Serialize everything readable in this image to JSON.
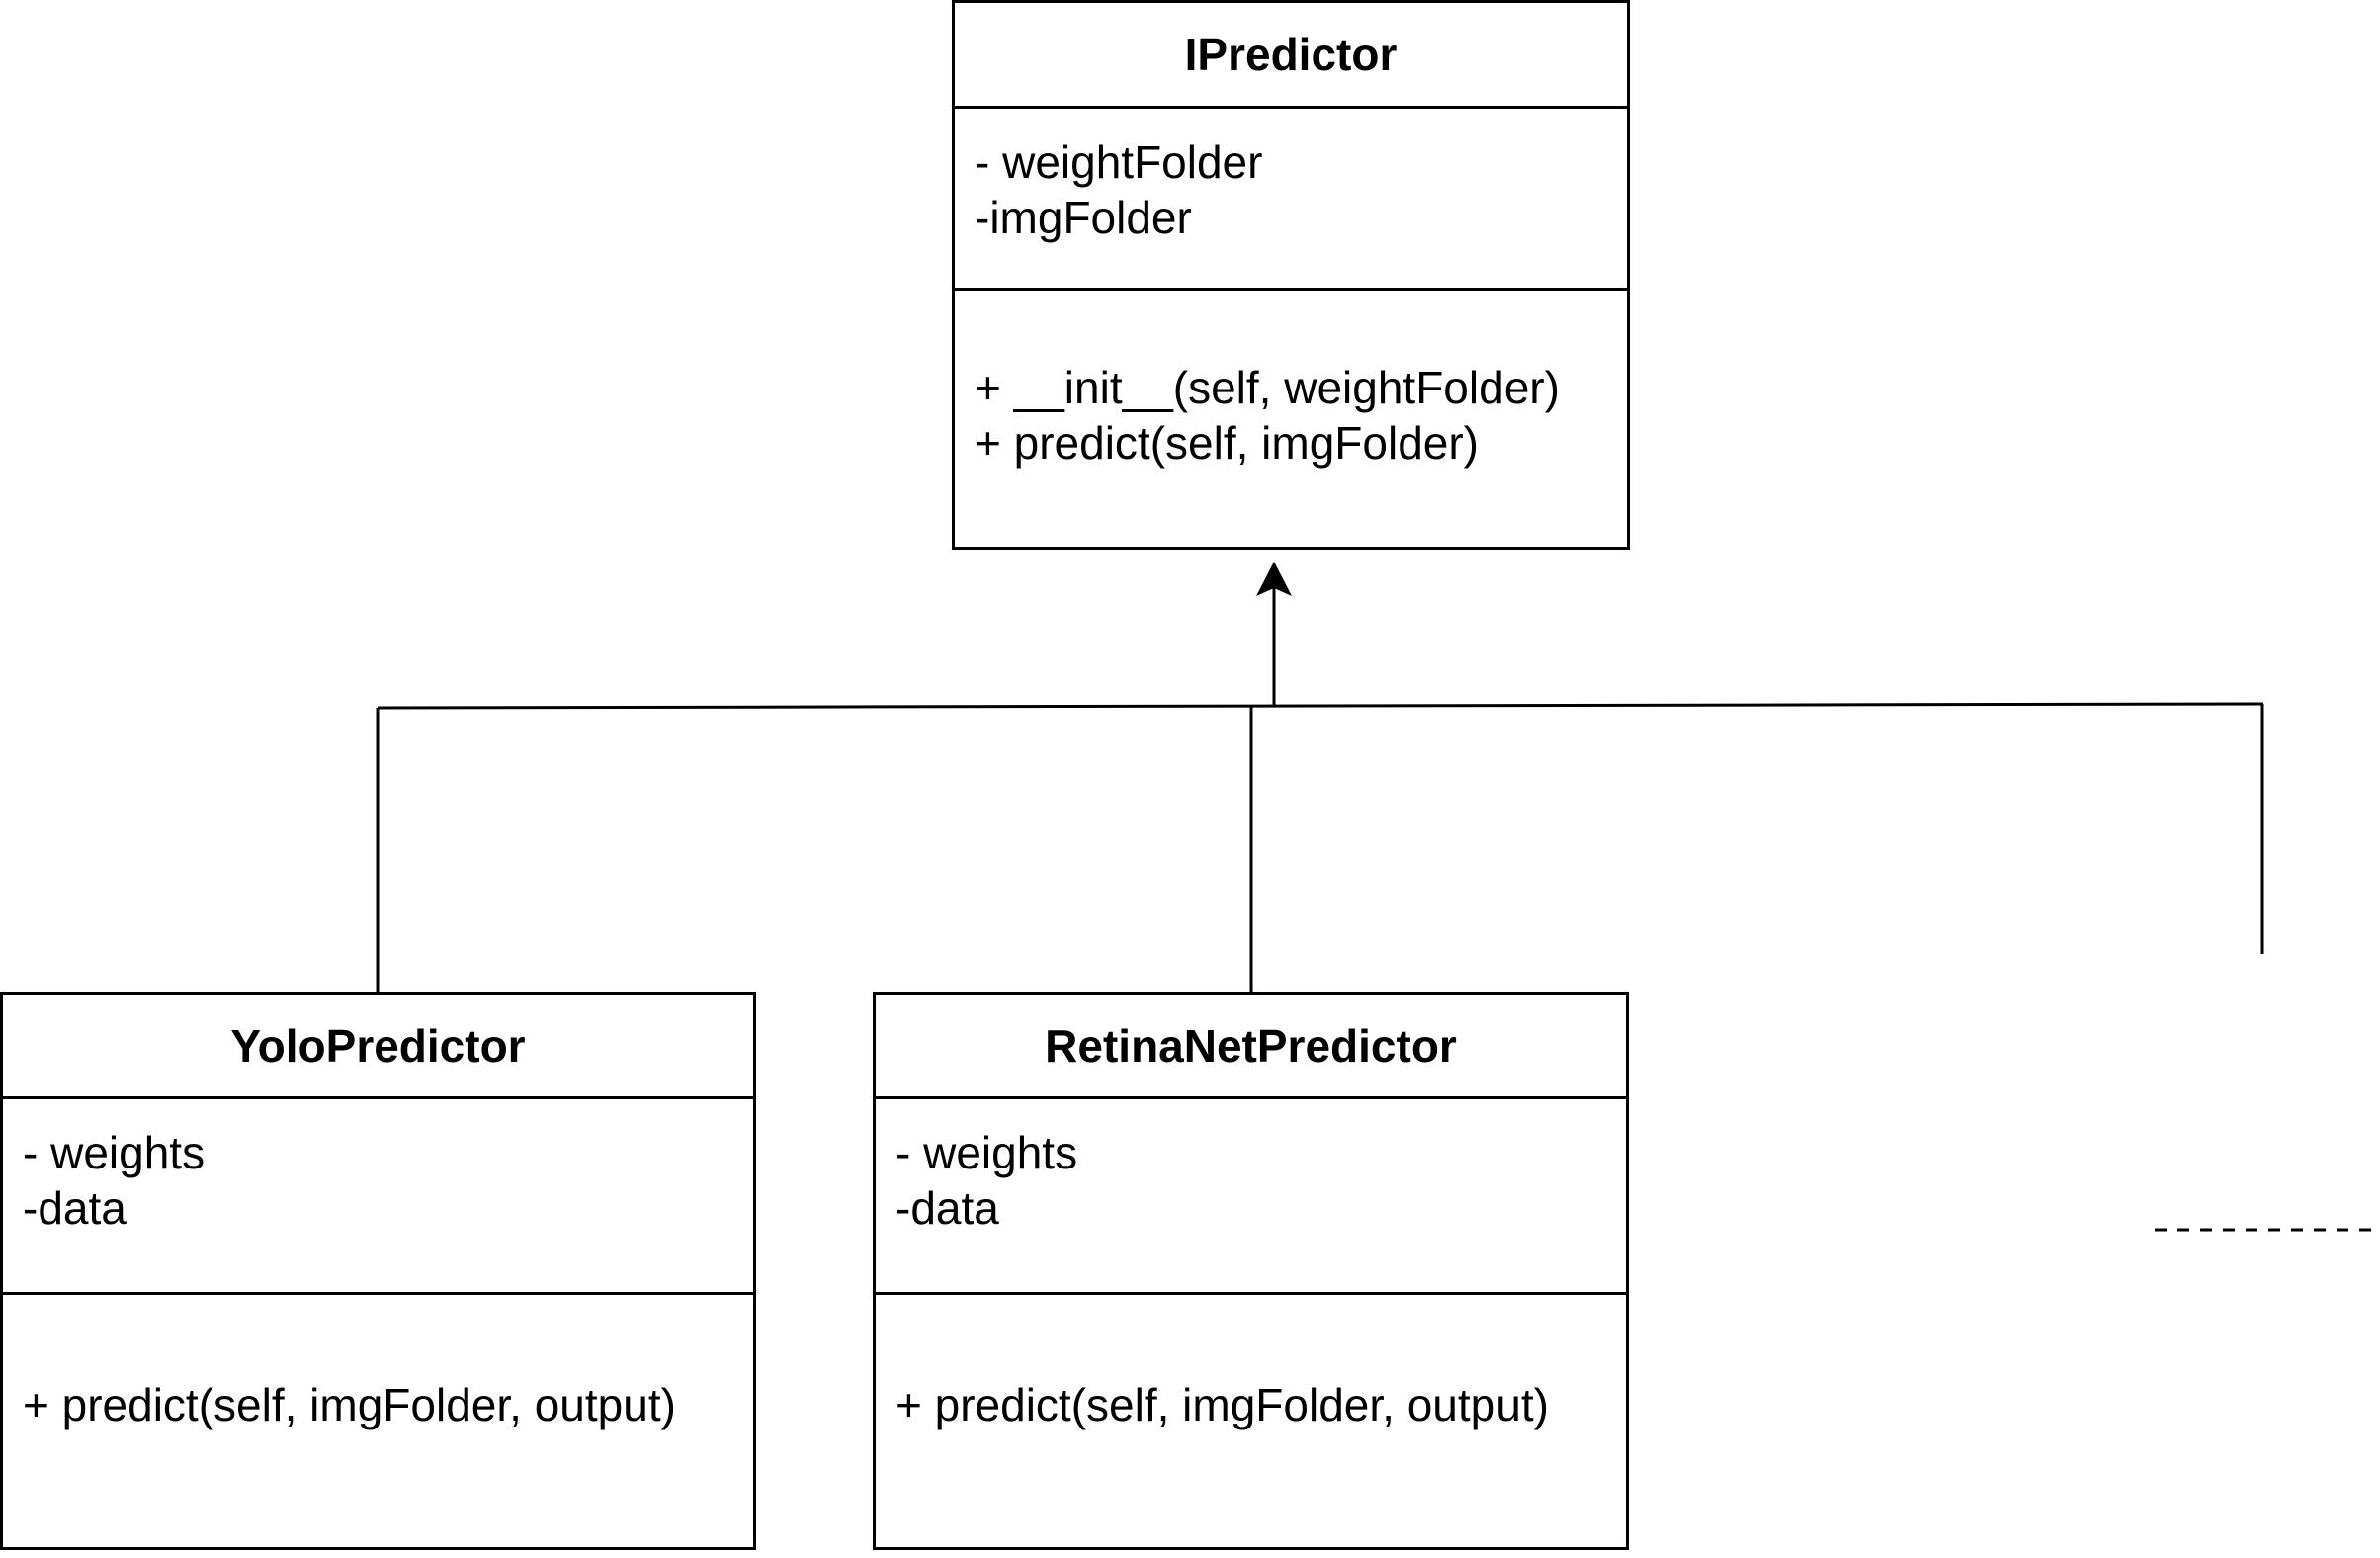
{
  "classes": {
    "ipredictor": {
      "name": "IPredictor",
      "attributes": [
        "- weightFolder",
        "-imgFolder"
      ],
      "methods": [
        "+ __init__(self, weightFolder)",
        "+ predict(self, imgFolder)"
      ]
    },
    "yolo": {
      "name": "YoloPredictor",
      "attributes": [
        "- weights",
        "-data"
      ],
      "methods": [
        "+ predict(self, imgFolder, output)"
      ]
    },
    "retina": {
      "name": "RetinaNetPredictor",
      "attributes": [
        "- weights",
        "-data"
      ],
      "methods": [
        "+ predict(self, imgFolder, output)"
      ]
    }
  },
  "colors": {
    "line": "#000000",
    "background": "#ffffff"
  }
}
